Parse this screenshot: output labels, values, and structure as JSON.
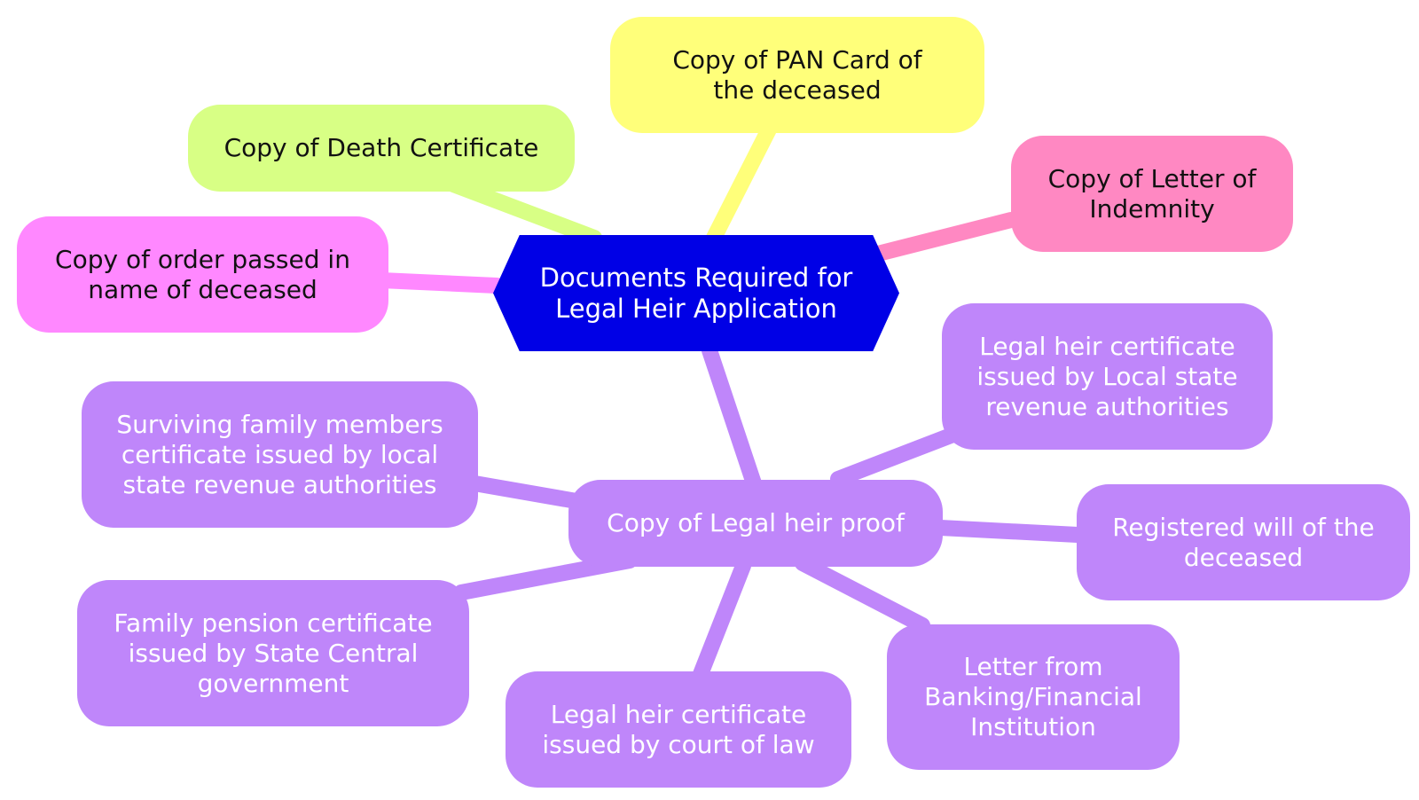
{
  "colors": {
    "root": "#0000e6",
    "death_certificate": "#d8ff85",
    "pan_card": "#ffff7a",
    "letter_of_indemnity": "#ff88c2",
    "order_passed": "#ff88ff",
    "legal_heir_proof": "#bf86fa"
  },
  "root": {
    "label": "Documents Required for Legal Heir Application"
  },
  "branches": {
    "death_certificate": "Copy of Death Certificate",
    "pan_card": "Copy of PAN Card of the deceased",
    "letter_of_indemnity": "Copy of Letter of Indemnity",
    "order_passed": "Copy of order passed in name of deceased",
    "legal_heir_proof": "Copy of Legal heir proof"
  },
  "legal_heir_proof_children": {
    "revenue_certificate": "Legal heir certificate issued by Local state revenue authorities",
    "surviving_family": "Surviving family members certificate issued by local state revenue authorities",
    "registered_will": "Registered will of the deceased",
    "family_pension": "Family pension certificate issued by State Central government",
    "banking_letter": "Letter from Banking/Financial Institution",
    "court_certificate": "Legal heir certificate issued by court of law"
  }
}
